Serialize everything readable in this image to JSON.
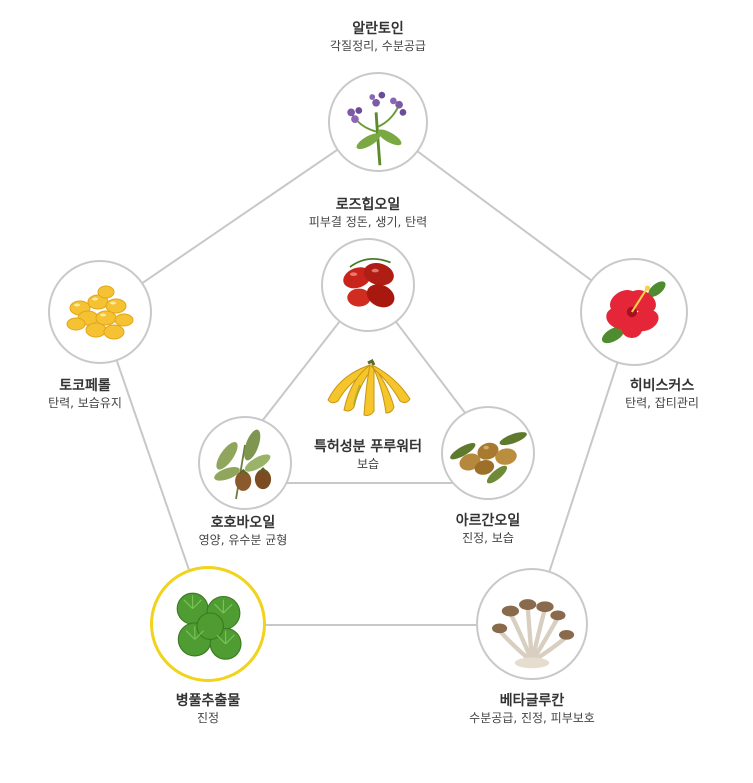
{
  "nodes": {
    "allantoin": {
      "name": "알란토인",
      "desc": "각질정리, 수분공급"
    },
    "rosehip": {
      "name": "로즈힙오일",
      "desc": "피부결 정돈, 생기, 탄력"
    },
    "tocopherol": {
      "name": "토코페롤",
      "desc": "탄력, 보습유지"
    },
    "hibiscus": {
      "name": "히비스커스",
      "desc": "탄력, 잡티관리"
    },
    "banana": {
      "name": "특허성분 푸루워터",
      "desc": "보습"
    },
    "jojoba": {
      "name": "호호바오일",
      "desc": "영양, 유수분 균형"
    },
    "argan": {
      "name": "아르간오일",
      "desc": "진정, 보습"
    },
    "centella": {
      "name": "병풀추출물",
      "desc": "진정"
    },
    "betaglucan": {
      "name": "베타글루칸",
      "desc": "수분공급, 진정, 피부보호"
    }
  },
  "colors": {
    "line": "#c8c8c8",
    "highlight": "#f2d31b"
  }
}
